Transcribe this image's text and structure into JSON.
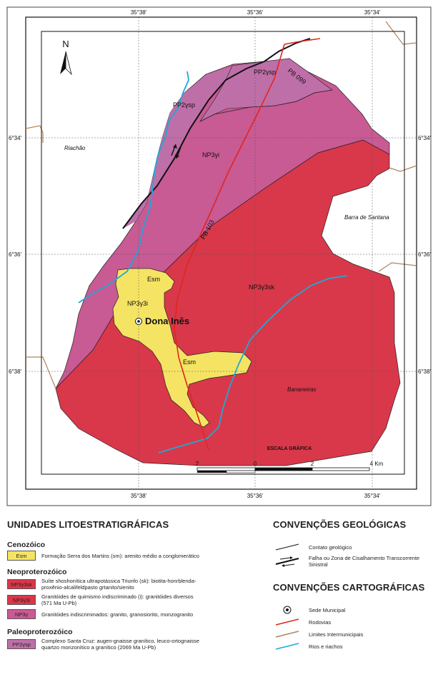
{
  "map": {
    "coords_top": [
      "35°38'",
      "35°36'",
      "35°34'"
    ],
    "coords_bottom": [
      "35°38'",
      "35°36'",
      "35°34'"
    ],
    "coords_left": [
      "6°34'",
      "6°36'",
      "6°38'"
    ],
    "coords_right": [
      "6°34'",
      "6°36'",
      "6°38'"
    ],
    "north": "N",
    "units": {
      "pp2_top": "PP2γsp",
      "pp2_left": "PP2γsp",
      "np3y": "NP3γi",
      "np3y3sk": "NP3γ3sk",
      "np3y3i": "NP3γ3i",
      "esm1": "Esm",
      "esm2": "Esm"
    },
    "roads": {
      "pb099": "PB 099",
      "pb103": "PB 103"
    },
    "places": {
      "riachao": "Riachão",
      "barra": "Barra de Santana",
      "bananeiras": "Bananeiras",
      "dona_ines": "Dona Inês"
    },
    "scale": {
      "title": "ESCALA GRÁFICA",
      "labels": [
        "2",
        "0",
        "2",
        "4 Km"
      ]
    },
    "colors": {
      "np3y": "#c85a94",
      "np3y3sk": "#d8384a",
      "np3y3i": "#d8384a",
      "esm": "#f5e463",
      "pp2": "#bf6fa8",
      "road": "#e0261f",
      "river": "#1ea8d8",
      "municipal": "#b0835a"
    }
  },
  "legend": {
    "units_title": "UNIDADES LITOESTRATIGRÁFICAS",
    "cenozoico": "Cenozóico",
    "esm_code": "Esm",
    "esm_desc": "Formação Serra dos Martins (sm): arenito médio a conglomerático",
    "neoproterozoico": "Neoproterozóico",
    "sk_code": "NP3γ3sk",
    "sk_desc1": "Suíte shoshonítica ultrapotássica Triunfo (sk): biotita-honrblenda-",
    "sk_desc2": "proxênio-alcalifeldpasto grtanito/sienito",
    "i_code": "NP3γ3i",
    "i_desc1": "Granitóides de quimismo indiscriminado (i): granitóides diversos",
    "i_desc2": "(571 Ma U-Pb)",
    "y_code": "NP3γ",
    "y_desc": "Granitóides indiscriminados: granito, granosiorito, monzogranito",
    "paleoproterozoico": "Paleoproterozóico",
    "pp_code": "PP2γsp",
    "pp_desc1": "Complexo Santa Cruz: augen-gnaisse granítico, leuco-ortognaisse",
    "pp_desc2": "quartzo monzonítico a granítico (2069 Ma U-Pb)",
    "geo_title": "CONVENÇÕES GEOLÓGICAS",
    "contato": "Contato geológico",
    "falha1": "Falha ou Zona de Cisalhamento Transcorrente",
    "falha2": "Sinistral",
    "carto_title": "CONVENÇÕES CARTOGRÁFICAS",
    "sede": "Sede Municipal",
    "rodovias": "Rodovias",
    "limites": "Limites Intermunicipais",
    "rios": "Rios e riachos"
  }
}
